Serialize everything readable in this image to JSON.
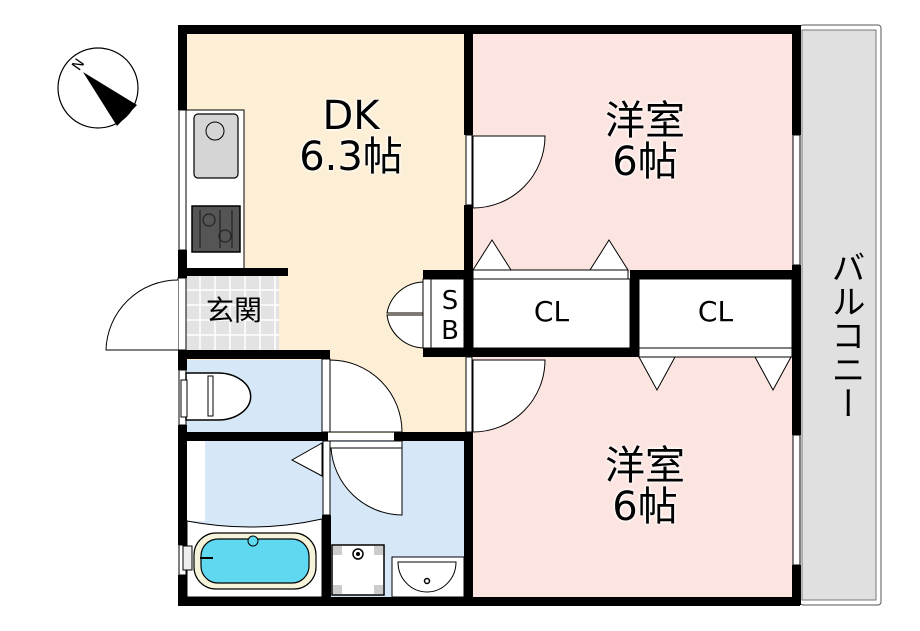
{
  "plan": {
    "type": "floor plan (間取り図)",
    "colors": {
      "wall": "#000000",
      "dk_floor": "#fdefd5",
      "bedroom_floor": "#fce4e0",
      "wet_area_floor": "#d6e8f7",
      "entrance_tile": "#e3e3e3",
      "balcony": "#e0e0e0",
      "bathtub_water": "#5fd8f0",
      "bathtub_rim": "#f5f3da"
    },
    "compass": {
      "label": "N",
      "icon": "north-arrow-icon"
    },
    "rooms": {
      "dk": {
        "name": "DK",
        "size": "6.3帖"
      },
      "bedroom_north": {
        "name": "洋室",
        "size": "6帖"
      },
      "bedroom_south": {
        "name": "洋室",
        "size": "6帖"
      },
      "entrance": {
        "name": "玄関"
      },
      "shoe_box": {
        "name": "SB"
      },
      "closet_1": {
        "name": "CL"
      },
      "closet_2": {
        "name": "CL"
      },
      "balcony": {
        "name": "バルコニー"
      }
    },
    "fixtures": [
      "kitchen-sink",
      "gas-stove",
      "toilet",
      "bathtub",
      "washing-machine-pan",
      "washbasin"
    ]
  }
}
